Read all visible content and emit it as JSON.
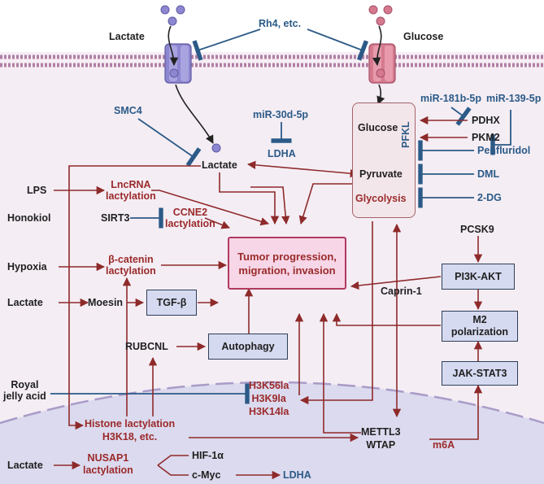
{
  "membrane": {
    "lactate_in": "Lactate",
    "glucose_in": "Glucose",
    "rh4": "Rh4, etc."
  },
  "regulators": {
    "smc4": "SMC4",
    "mir30d": "miR-30d-5p",
    "ldha": "LDHA",
    "mir181b": "miR-181b-5p",
    "mir139": "miR-139-5p",
    "pdhx": "PDHX",
    "pkm2": "PKM2",
    "penfluridol": "Penfluridol",
    "dml": "DML",
    "twodg": "2-DG",
    "lactate_center": "Lactate"
  },
  "glycolysis_box": {
    "glucose": "Glucose",
    "pyruvate": "Pyruvate",
    "glycolysis": "Glycolysis",
    "pfkl": "PFKL"
  },
  "left": {
    "lps": "LPS",
    "lncrna_lactylation": "LncRNA\nlactylation",
    "honokiol": "Honokiol",
    "sirt3": "SIRT3",
    "ccne2_lactylation": "CCNE2\nlactylation",
    "hypoxia": "Hypoxia",
    "bcatenin_lactylation": "β-catenin\nlactylation",
    "lactate_moesin": "Lactate",
    "moesin": "Moesin",
    "tgfb": "TGF-β",
    "rubcnl": "RUBCNL",
    "autophagy": "Autophagy",
    "royal_jelly": "Royal\njelly acid"
  },
  "center": {
    "tumor": "Tumor progression,\nmigration, invasion",
    "histone_marks": "H3K56la\nH3K9la\nH3K14la",
    "histone_lactylation": "Histone lactylation\nH3K18, etc."
  },
  "right": {
    "caprin1": "Caprin-1",
    "pcsk9": "PCSK9",
    "pi3k_akt": "PI3K-AKT",
    "m2": "M2\npolarization",
    "jak_stat3": "JAK-STAT3",
    "m6a": "m6A",
    "mettl3_wtap": "METTL3\nWTAP"
  },
  "bottom": {
    "lactate": "Lactate",
    "nusap1": "NUSAP1\nlactylation",
    "hif1a": "HIF-1α",
    "cmyc": "c-Myc",
    "ldha": "LDHA"
  },
  "colors": {
    "red_text": "#9a2a2a",
    "blue_text": "#2b5a87",
    "cell_bg": "#f3ecf3",
    "nucleus_bg": "#dcdaed",
    "membrane": "#b07fa6",
    "arrow": "#8e2a2a",
    "inhibit": "#2b5a87"
  }
}
